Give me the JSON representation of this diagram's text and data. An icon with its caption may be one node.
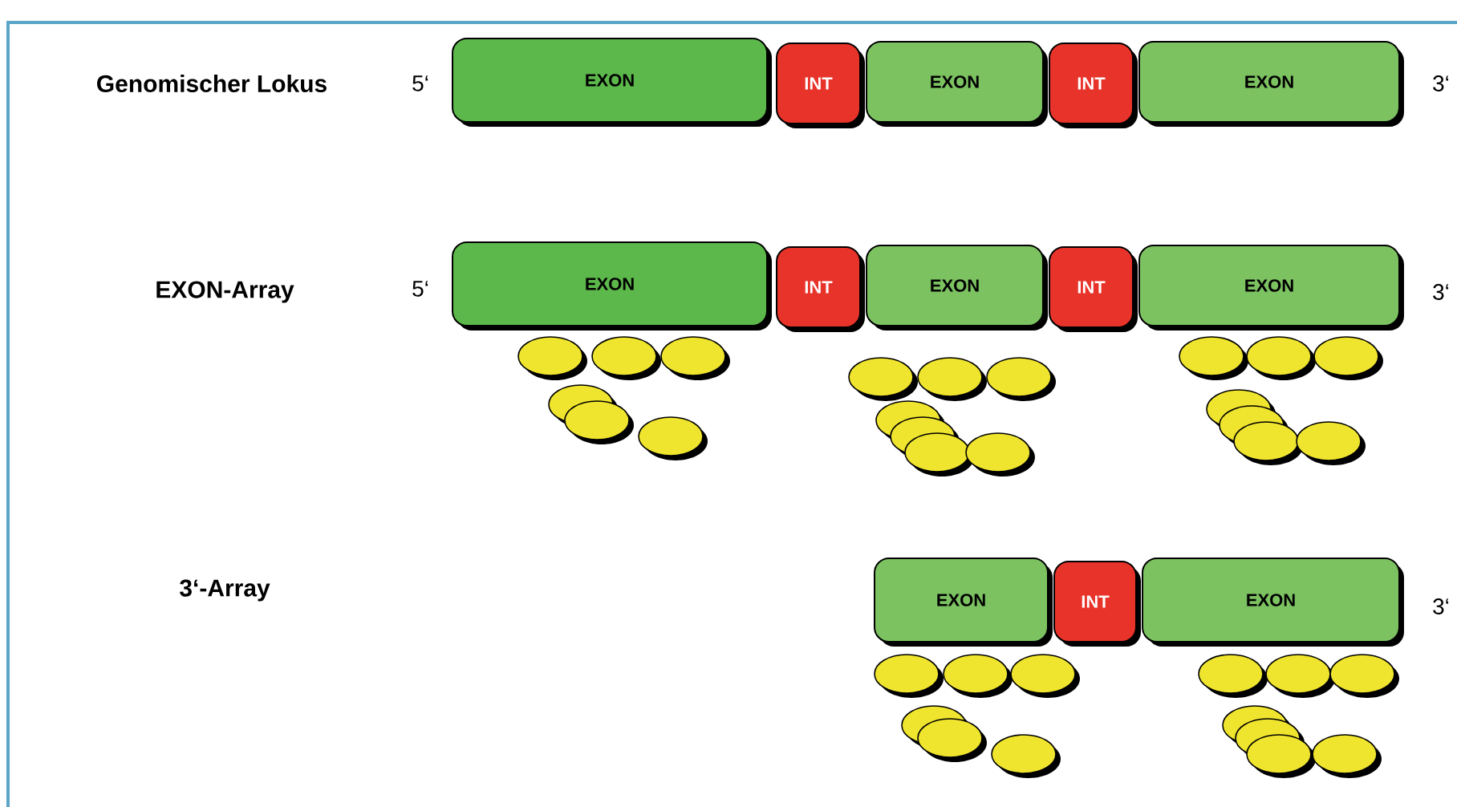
{
  "diagram": {
    "nodes": [
      {
        "text": [
          "EXON"
        ]
      },
      {
        "text": [
          "INT"
        ]
      },
      {
        "text": [
          "EXON"
        ]
      },
      {
        "text": [
          "INT"
        ]
      },
      {
        "text": [
          "EXON"
        ]
      },
      {
        "text": [
          "EXON"
        ]
      },
      {
        "text": [
          "INT"
        ]
      },
      {
        "text": [
          "EXON"
        ]
      },
      {
        "text": [
          "INT"
        ]
      },
      {
        "text": [
          "EXON"
        ]
      },
      {
        "text": [
          "EXON"
        ]
      },
      {
        "text": [
          "INT"
        ]
      },
      {
        "text": [
          "EXON"
        ]
      }
    ],
    "labels": [
      "Genomischer Lokus",
      "5‘",
      "3‘",
      "EXON-Array",
      "5‘",
      "3‘",
      "3‘-Array",
      "3‘"
    ]
  }
}
